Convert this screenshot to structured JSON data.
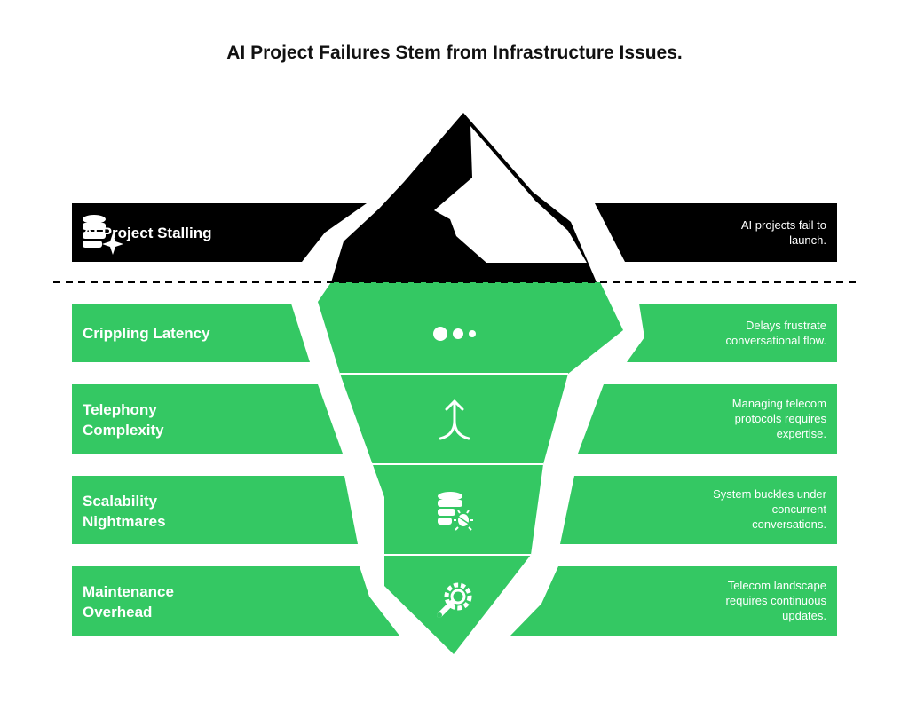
{
  "title": "AI Project Failures Stem from Infrastructure Issues.",
  "colors": {
    "green": "#34c863",
    "black": "#000000",
    "white": "#ffffff"
  },
  "top_row": {
    "label": "AI Project Stalling",
    "description": "AI projects fail to\nlaunch.",
    "icon": "database-sparkle-icon"
  },
  "rows": [
    {
      "label": "Crippling Latency",
      "description": "Delays frustrate\nconversational flow.",
      "icon": "loading-dots-icon"
    },
    {
      "label": "Telephony\nComplexity",
      "description": "Managing telecom\nprotocols requires\nexpertise.",
      "icon": "merge-arrow-icon"
    },
    {
      "label": "Scalability\nNightmares",
      "description": "System buckles under\nconcurrent\nconversations.",
      "icon": "database-bug-icon"
    },
    {
      "label": "Maintenance\nOverhead",
      "description": "Telecom landscape\nrequires continuous\nupdates.",
      "icon": "gear-wrench-icon"
    }
  ]
}
